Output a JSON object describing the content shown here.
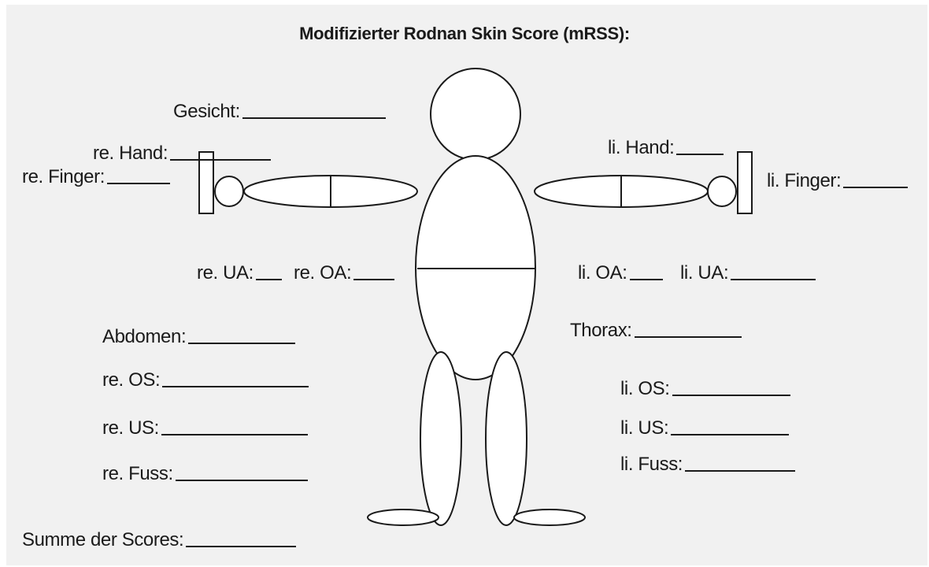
{
  "title": "Modifizierter Rodnan Skin Score (mRSS):",
  "fields": {
    "gesicht": "Gesicht:",
    "re_hand": "re. Hand:",
    "re_finger": "re. Finger:",
    "li_hand": "li. Hand:",
    "li_finger": "li. Finger:",
    "re_ua": "re. UA:",
    "re_oa": "re. OA:",
    "li_oa": "li. OA:",
    "li_ua": "li. UA:",
    "abdomen": "Abdomen:",
    "thorax": "Thorax:",
    "re_os": "re.  OS:",
    "li_os": "li. OS:",
    "re_us": "re. US:",
    "li_us": "li. US:",
    "re_fuss": "re. Fuss:",
    "li_fuss": "li. Fuss:",
    "summe": "Summe der Scores:"
  }
}
